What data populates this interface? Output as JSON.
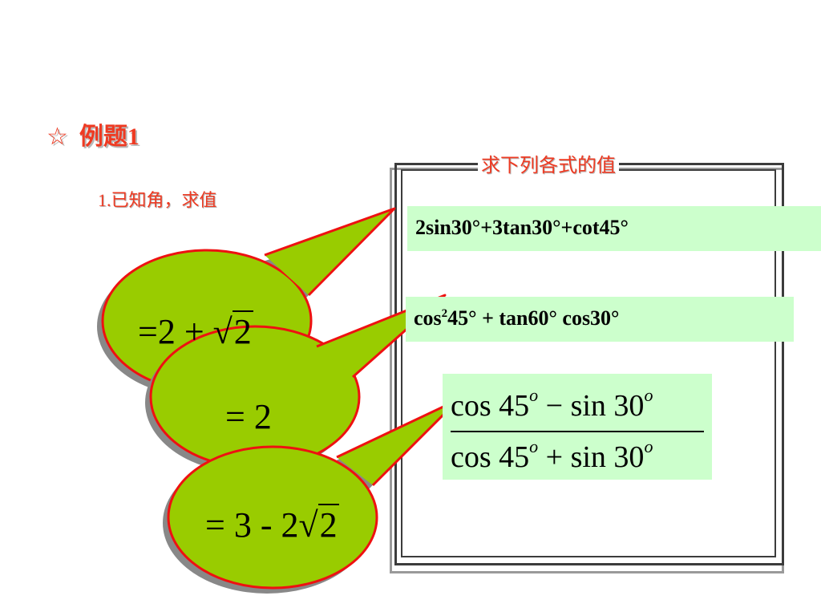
{
  "slide": {
    "title_star": "☆",
    "title": "例题1",
    "subtitle": "1.已知角，求值",
    "frame_caption": "求下列各式的值",
    "expressions": {
      "expr1": "2sin30°+3tan30°+cot45°",
      "expr2_prefix": "cos",
      "expr2_sup": "2",
      "expr2_suffix": "45° + tan60° cos30°",
      "fraction_numerator_a": "cos 45",
      "fraction_numerator_op": " − sin 30",
      "fraction_denominator_a": "cos 45",
      "fraction_denominator_op": " + sin 30",
      "degree_sup": "o"
    },
    "answers": {
      "ans1_text": "=2 +",
      "ans1_radicand": "2",
      "ans2_text": "= 2",
      "ans3_text": "= 3 -",
      "ans3_coef": "2",
      "ans3_radicand": "2"
    },
    "colors": {
      "title": "#ee3a22",
      "balloon_fill": "#99cc00",
      "balloon_stroke": "#ee1111",
      "balloon_shadow": "#888888",
      "box_fill": "#ccffcc"
    }
  }
}
